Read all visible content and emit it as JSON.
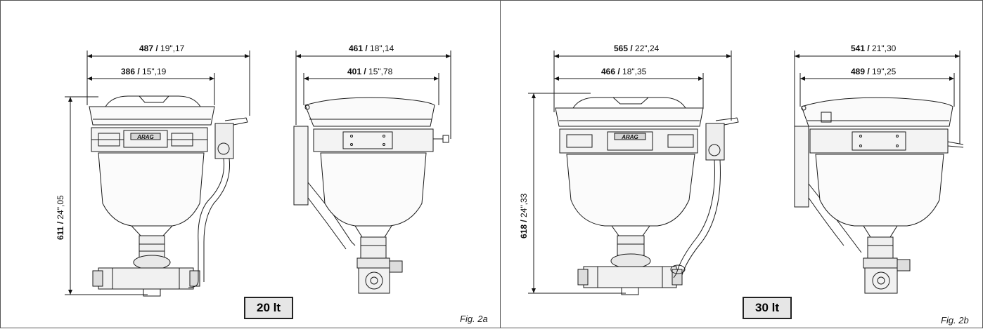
{
  "figure_a": {
    "caption": "Fig. 2a",
    "capacity_label": "20 lt",
    "front_view": {
      "overall_width": {
        "mm": "487",
        "sep": " / ",
        "inch": "19\",17"
      },
      "inner_width": {
        "mm": "386",
        "sep": " / ",
        "inch": "15\",19"
      },
      "height": {
        "mm": "611",
        "sep": " / ",
        "inch": "24\",05"
      }
    },
    "side_view": {
      "overall_width": {
        "mm": "461",
        "sep": " / ",
        "inch": "18\",14"
      },
      "inner_width": {
        "mm": "401",
        "sep": " / ",
        "inch": "15\",78"
      }
    }
  },
  "figure_b": {
    "caption": "Fig. 2b",
    "capacity_label": "30 lt",
    "front_view": {
      "overall_width": {
        "mm": "565",
        "sep": " / ",
        "inch": "22\",24"
      },
      "inner_width": {
        "mm": "466",
        "sep": " / ",
        "inch": "18\",35"
      },
      "height": {
        "mm": "618",
        "sep": " / ",
        "inch": "24\",33"
      }
    },
    "side_view": {
      "overall_width": {
        "mm": "541",
        "sep": " / ",
        "inch": "21\",30"
      },
      "inner_width": {
        "mm": "489",
        "sep": " / ",
        "inch": "19\",25"
      }
    }
  },
  "brand_plate_text": "ARAG"
}
